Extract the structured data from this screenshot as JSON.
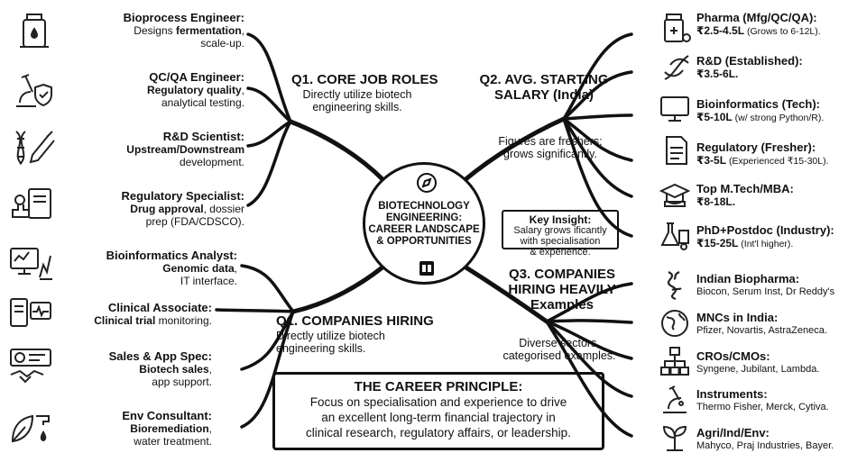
{
  "center": {
    "title_line1": "BIOTECHNOLOGY",
    "title_line2": "ENGINEERING:",
    "title_line3": "CAREER LANDSCAPE",
    "title_line4": "& OPPORTUNITIES"
  },
  "q1_roles": {
    "heading": "Q1. CORE JOB ROLES",
    "sub_line1": "Directly utilize biotech",
    "sub_line2": "engineering skills.",
    "items": [
      {
        "icon": "bioreactor-icon",
        "title": "Bioprocess Engineer:",
        "pre": "Designs ",
        "bold": "fermentation",
        "post": ",",
        "line2": "scale-up."
      },
      {
        "icon": "microscope-shield-icon",
        "title": "QC/QA Engineer:",
        "pre": "",
        "bold": "Regulatory quality",
        "post": ",",
        "line2": "analytical testing."
      },
      {
        "icon": "dna-syringe-icon",
        "title": "R&D Scientist:",
        "pre": "",
        "bold": "Upstream/Downstream",
        "post": "",
        "line2": "development."
      },
      {
        "icon": "stamp-document-icon",
        "title": "Regulatory Specialist:",
        "pre": "",
        "bold": "Drug approval",
        "post": ", dossier",
        "line2": "prep (FDA/CDSCO)."
      },
      {
        "icon": "monitor-chart-icon",
        "title": "Bioinformatics Analyst:",
        "pre": "",
        "bold": "Genomic data",
        "post": ",",
        "line2": "IT interface."
      },
      {
        "icon": "clinical-monitor-icon",
        "title": "Clinical Associate:",
        "pre": "",
        "bold": "Clinical trial",
        "post": " monitoring.",
        "line2": ""
      },
      {
        "icon": "dashboard-handshake-icon",
        "title": "Sales & App Spec:",
        "pre": "",
        "bold": "Biotech sales",
        "post": ",",
        "line2": "app support."
      },
      {
        "icon": "leaf-water-icon",
        "title": "Env Consultant:",
        "pre": "",
        "bold": "Bioremediation",
        "post": ",",
        "line2": "water treatment."
      }
    ]
  },
  "q1_companies": {
    "heading": "Q1. COMPANIES HIRING",
    "sub_line1": "Directly utilize biotech",
    "sub_line2": "engineering skills."
  },
  "q2_salary": {
    "heading_line1": "Q2. AVG. STARTING",
    "heading_line2": "SALARY (India)",
    "sub_line1": "Figures are freshers;",
    "sub_line2": "grows significantly.",
    "items": [
      {
        "icon": "pill-bottle-icon",
        "title": "Pharma (Mfg/QC/QA):",
        "value": "₹2.5-4.5L",
        "note": " (Grows to 6-12L)."
      },
      {
        "icon": "dna-icon",
        "title": "R&D (Established):",
        "value": "₹3.5-6L.",
        "note": ""
      },
      {
        "icon": "computer-monitor-icon",
        "title": "Bioinformatics (Tech):",
        "value": "₹5-10L",
        "note": " (w/ strong Python/R)."
      },
      {
        "icon": "document-icon",
        "title": "Regulatory (Fresher):",
        "value": "₹3-5L",
        "note": " (Experienced ₹15-30L)."
      },
      {
        "icon": "graduation-cap-icon",
        "title": "Top M.Tech/MBA:",
        "value": "₹8-18L.",
        "note": ""
      },
      {
        "icon": "flask-certificate-icon",
        "title": "PhD+Postdoc (Industry):",
        "value": "₹15-25L",
        "note": " (Int'l higher)."
      }
    ]
  },
  "insight": {
    "title": "Key Insight:",
    "line1": "Salary grows ificantly",
    "line2": "with specialisation",
    "line3": "& experience."
  },
  "q3_companies": {
    "heading_line1": "Q3. COMPANIES",
    "heading_line2": "HIRING HEAVILY",
    "heading_line3": "Examples",
    "sub_line1": "Diverse sectors,",
    "sub_line2": "categorised examples.",
    "items": [
      {
        "icon": "helix-icon",
        "title": "Indian Biopharma:",
        "names": "Biocon, Serum Inst, Dr Reddy's"
      },
      {
        "icon": "globe-icon",
        "title": "MNCs in India:",
        "names": "Pfizer, Novartis, AstraZeneca."
      },
      {
        "icon": "org-chart-icon",
        "title": "CROs/CMOs:",
        "names": "Syngene, Jubilant, Lambda."
      },
      {
        "icon": "microscope-icon",
        "title": "Instruments:",
        "names": "Thermo Fisher, Merck, Cytiva."
      },
      {
        "icon": "sprout-icon",
        "title": "Agri/Ind/Env:",
        "names": "Mahyco, Praj Industries, Bayer."
      }
    ]
  },
  "principle": {
    "title": "THE CAREER PRINCIPLE:",
    "line1": "Focus on specialisation and experience to drive",
    "line2": "an excellent long-term financial trajectory in",
    "line3": "clinical research, regulatory affairs, or leadership."
  }
}
